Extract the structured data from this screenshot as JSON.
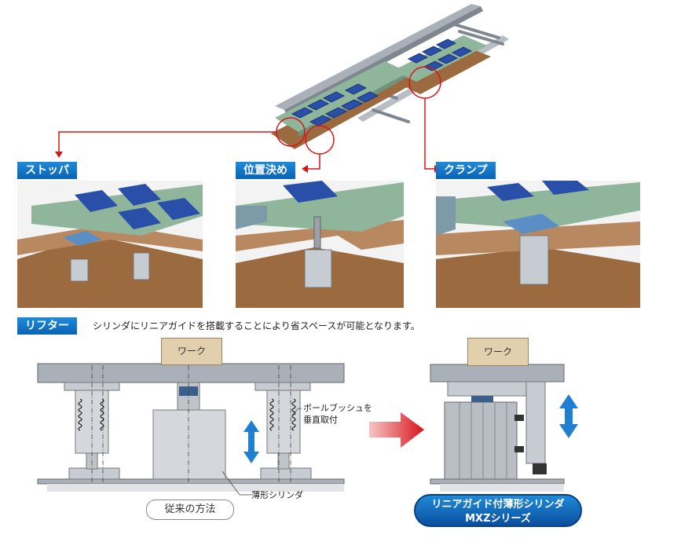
{
  "labels": {
    "stopper": "ストッパ",
    "positioning": "位置決め",
    "clamp": "クランプ",
    "lifter": "リフター",
    "lifter_desc": "シリンダにリニアガイドを搭載することにより省スペースが可能となります。",
    "work_left": "ワーク",
    "work_right": "ワーク",
    "ball_bush_line1": "ボールブッシュを",
    "ball_bush_line2": "垂直取付",
    "conventional": "従来の方法",
    "thin_cylinder": "薄形シリンダ",
    "product_line1": "リニアガイド付薄形シリンダ",
    "product_line2": "MXZシリーズ"
  },
  "colors": {
    "accent_blue": "#0b63b5",
    "callout_red": "#d7141a",
    "board_green": "#8fb59a",
    "pallet_brown": "#9b6a3e",
    "chip_blue": "#2a4fa8",
    "arrow_blue": "#1f7fd0"
  }
}
